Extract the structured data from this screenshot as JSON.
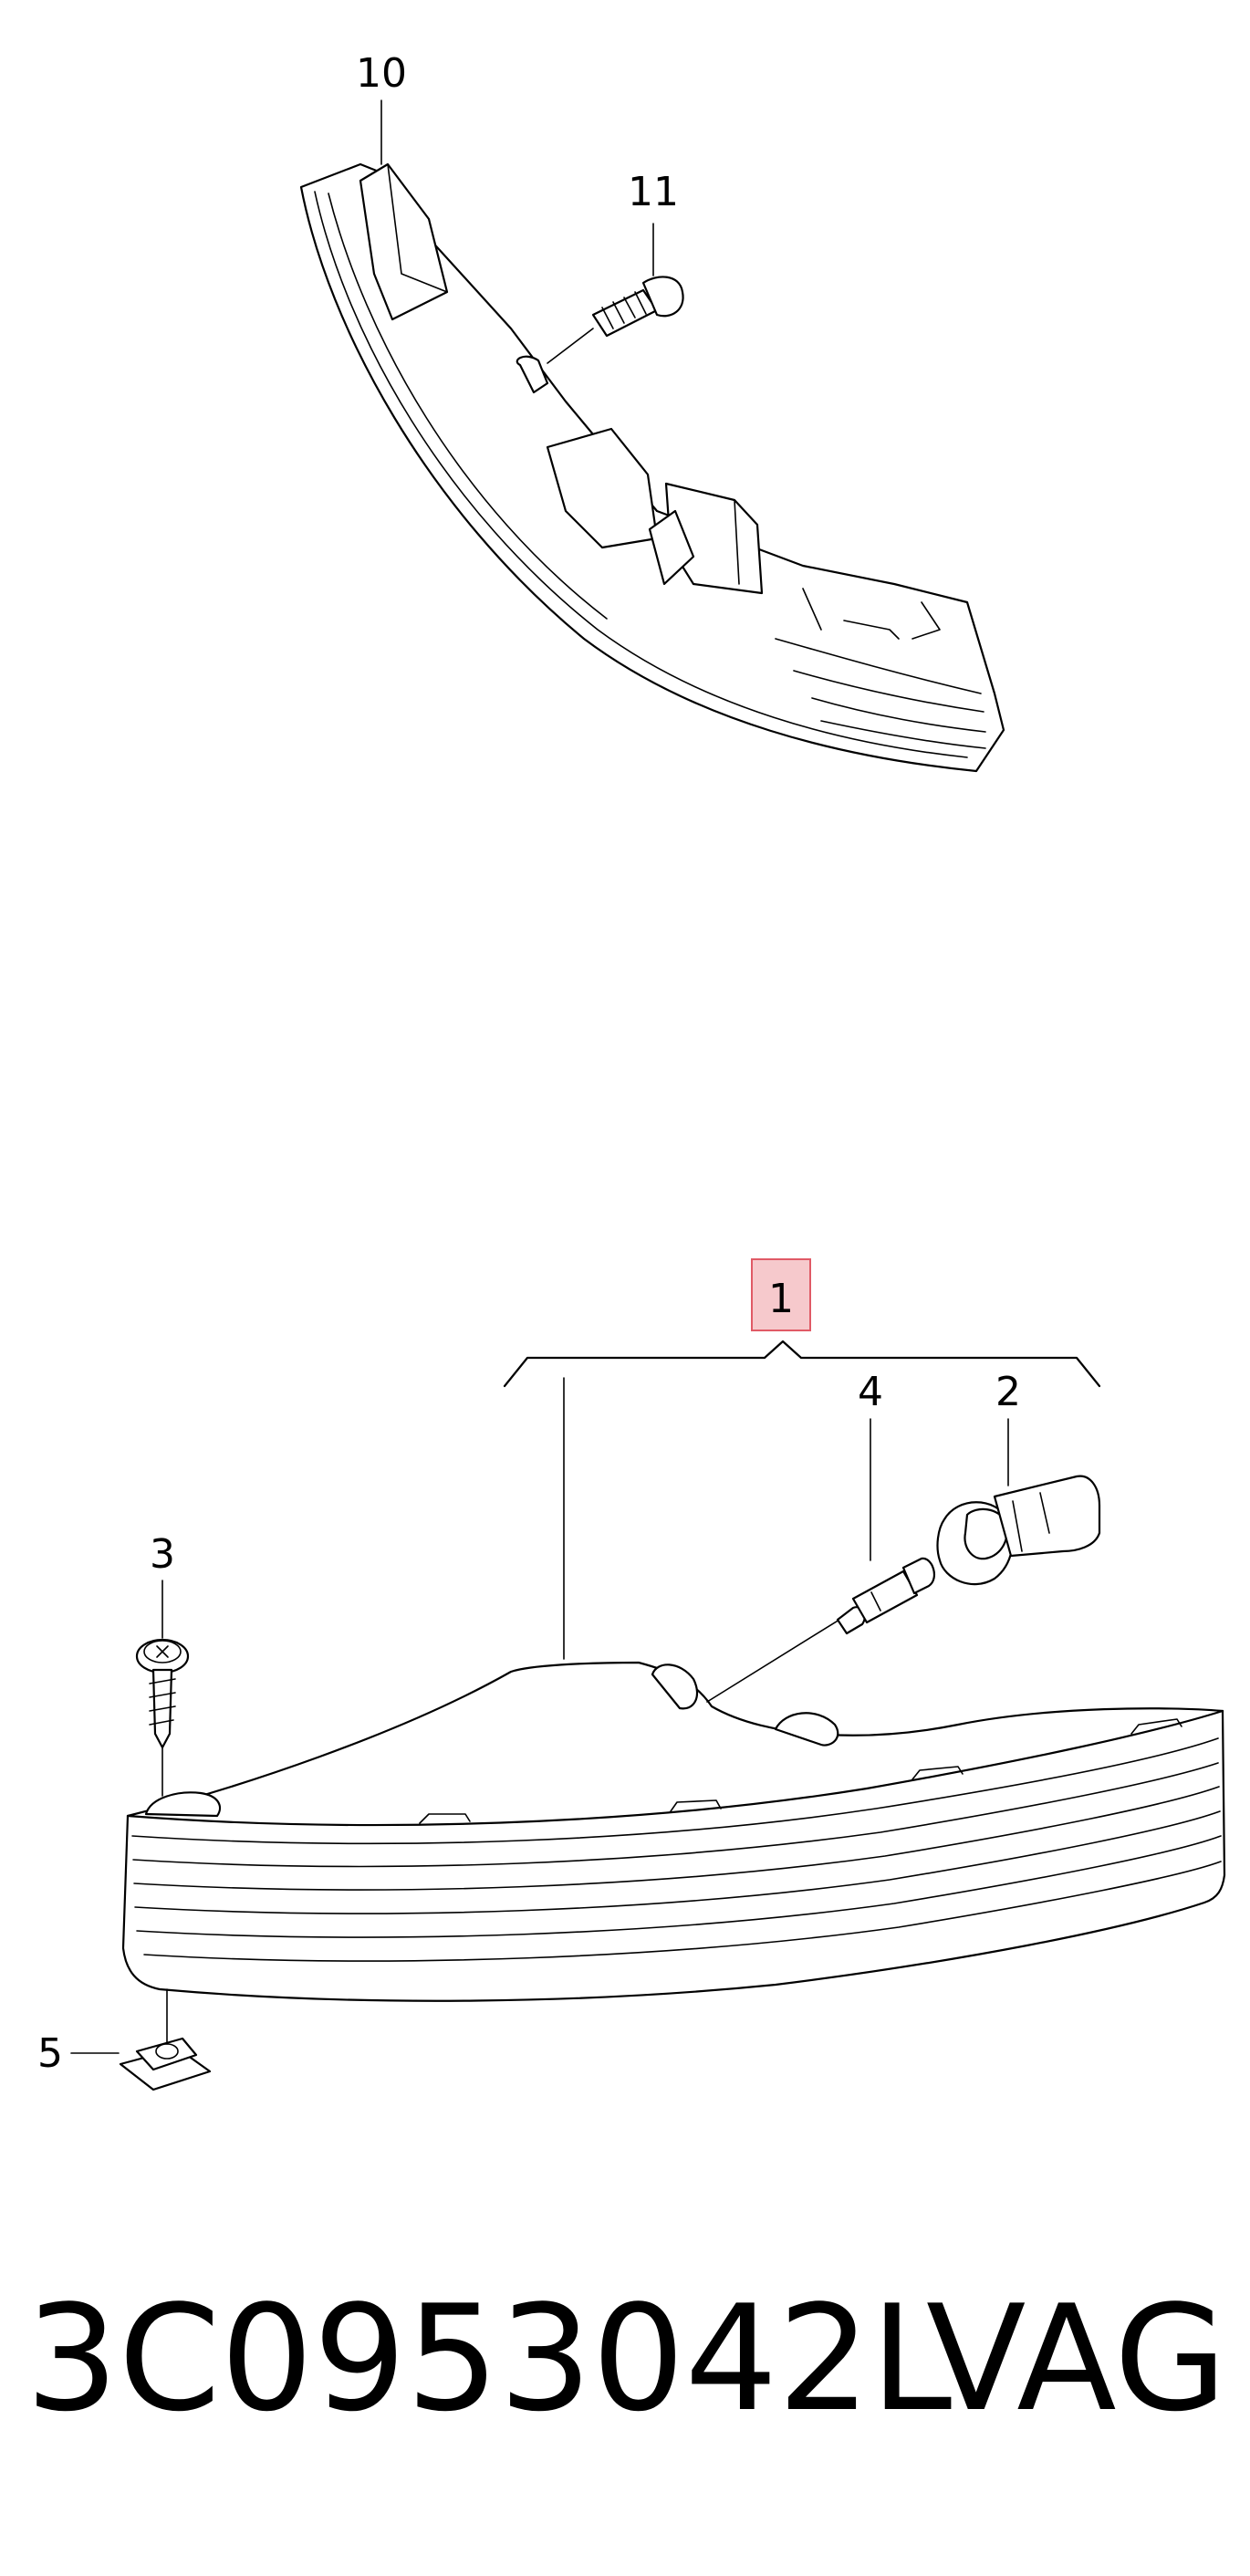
{
  "callouts": {
    "c1": "1",
    "c2": "2",
    "c3": "3",
    "c4": "4",
    "c5": "5",
    "c10": "10",
    "c11": "11"
  },
  "footer": {
    "part_number": "3C0953042L",
    "brand": "VAG"
  },
  "colors": {
    "highlight_fill": "#f6c9cc",
    "highlight_stroke": "#e05a66",
    "line": "#000000"
  }
}
